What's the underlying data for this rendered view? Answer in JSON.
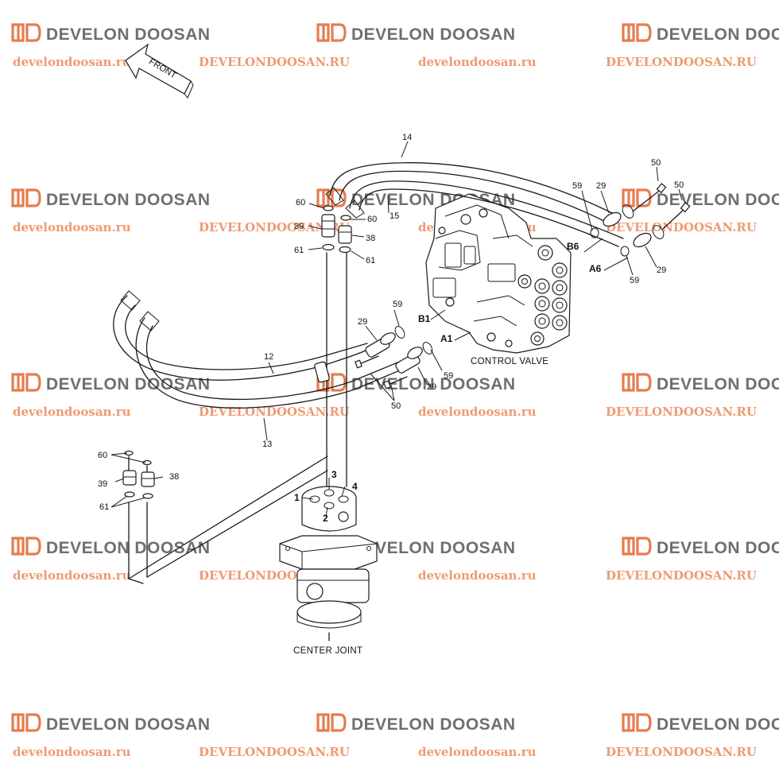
{
  "diagram": {
    "captions": {
      "front": "FRONT",
      "control_valve": "CONTROL VALVE",
      "center_joint": "CENTER JOINT"
    },
    "part_numbers": {
      "p14": "14",
      "p15": "15",
      "p12": "12",
      "p13": "13",
      "p60a": "60",
      "p60b": "60",
      "p60c": "60",
      "p39a": "39",
      "p39b": "39",
      "p38a": "38",
      "p38b": "38",
      "p61a": "61",
      "p61b": "61",
      "p61c": "61",
      "p59a": "59",
      "p59b": "59",
      "p59c": "59",
      "p59d": "59",
      "p29a": "29",
      "p29b": "29",
      "p29c": "29",
      "p29d": "29",
      "p50a": "50",
      "p50b": "50",
      "p50c": "50"
    },
    "port_labels": {
      "b6": "B6",
      "a6": "A6",
      "b1": "B1",
      "a1": "A1",
      "j1": "1",
      "j2": "2",
      "j3": "3",
      "j4": "4"
    }
  },
  "watermarks": {
    "brand": "DEVELON DOOSAN",
    "url_lower": "develondoosan.ru",
    "url_upper": "DEVELONDOOSAN.RU"
  },
  "colors": {
    "watermark_mark": "#e57d4f",
    "watermark_url": "#ef9a72",
    "watermark_brand": "#6f6f6f",
    "line": "#1a1a1a"
  }
}
